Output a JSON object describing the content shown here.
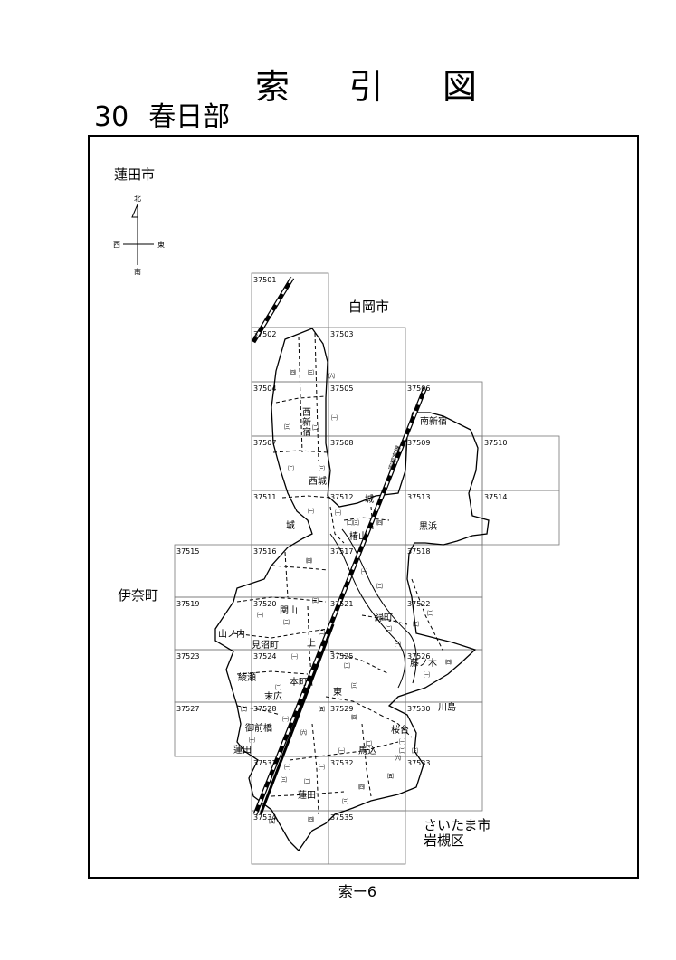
{
  "header": {
    "title_chars": [
      "索",
      "引",
      "図"
    ],
    "section_number": "30",
    "section_name": "春日部"
  },
  "footer": {
    "page_label": "索ー6"
  },
  "compass": {
    "north": "北",
    "south": "南",
    "east": "東",
    "west": "西"
  },
  "neighbors": {
    "hasuda": "蓮田市",
    "shiraoka": "白岡市",
    "ina": "伊奈町",
    "saitama": "さいたま市",
    "iwatsuki": "岩槻区"
  },
  "railway_label": "宇都宮線",
  "sheets": [
    "37501",
    "37502",
    "37503",
    "37504",
    "37505",
    "37506",
    "37507",
    "37508",
    "37509",
    "37510",
    "37511",
    "37512",
    "37513",
    "37514",
    "37515",
    "37516",
    "37517",
    "37518",
    "37519",
    "37520",
    "37521",
    "37522",
    "37523",
    "37524",
    "37525",
    "37526",
    "37527",
    "37528",
    "37529",
    "37530",
    "37531",
    "37532",
    "37533",
    "37534",
    "37535"
  ],
  "places": {
    "minamishinjuku": "南新宿",
    "nishishinjuku_1": "西",
    "nishishinjuku_2": "新",
    "nishishinjuku_3": "宿",
    "nishijo": "西城",
    "jo_a": "城",
    "jo_b": "城",
    "tsubakiyama": "椿山",
    "kurohama": "黒浜",
    "sekiyama": "関山",
    "yamanouchi": "山ノ内",
    "minumacho": "見沼町",
    "kami": "上",
    "midoricho": "緑町",
    "fujinoki": "藤ノ木",
    "ayase": "綾瀬",
    "honcho": "本町",
    "suehiro": "末広",
    "higashi": "東",
    "kawashima": "川島",
    "gozenbashi": "御前橋",
    "sakuradai": "桜台",
    "umagome": "馬込",
    "hasuda_town_a": "蓮田",
    "hasuda_town_b": "蓮田"
  },
  "chome": {
    "c1": "㈠",
    "c2": "㈡",
    "c3": "㈢",
    "c4": "㈣",
    "c5": "㈤",
    "c6": "㈥"
  }
}
